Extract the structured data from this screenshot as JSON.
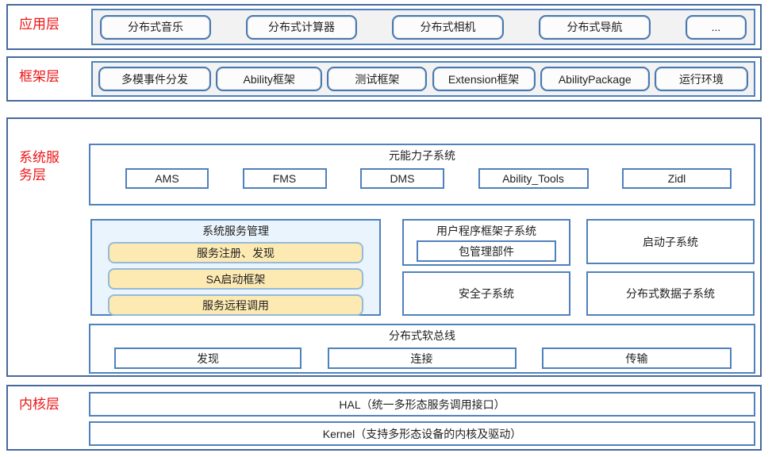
{
  "colors": {
    "layer_border": "#46699d",
    "box_border": "#4f81bd",
    "pill_border": "#4a78ae",
    "label_red": "#ee1414",
    "yellow_fill": "#fdeab3",
    "yellow_border": "#95bad8",
    "mgmt_fill": "#e9f4fc",
    "strip_fill": "#f2f2f2",
    "text": "#1f1f1f"
  },
  "layers": {
    "app": {
      "label": "应用层",
      "boxes": [
        "分布式音乐",
        "分布式计算器",
        "分布式相机",
        "分布式导航",
        "..."
      ]
    },
    "framework": {
      "label": "框架层",
      "boxes": [
        "多模事件分发",
        "Ability框架",
        "测试框架",
        "Extension框架",
        "AbilityPackage",
        "运行环境"
      ]
    },
    "system": {
      "label": "系统服务层",
      "meta_ability": {
        "title": "元能力子系统",
        "boxes": [
          "AMS",
          "FMS",
          "DMS",
          "Ability_Tools",
          "Zidl"
        ]
      },
      "service_mgmt": {
        "title": "系统服务管理",
        "boxes": [
          "服务注册、发现",
          "SA启动框架",
          "服务远程调用"
        ]
      },
      "app_framework": {
        "title": "用户程序框架子系统",
        "boxes": [
          "包管理部件"
        ]
      },
      "startup": "启动子系统",
      "security": "安全子系统",
      "distributed_data": "分布式数据子系统",
      "softbus": {
        "title": "分布式软总线",
        "boxes": [
          "发现",
          "连接",
          "传输"
        ]
      }
    },
    "kernel": {
      "label": "内核层",
      "boxes": [
        "HAL（统一多形态服务调用接口）",
        "Kernel（支持多形态设备的内核及驱动）"
      ]
    }
  }
}
